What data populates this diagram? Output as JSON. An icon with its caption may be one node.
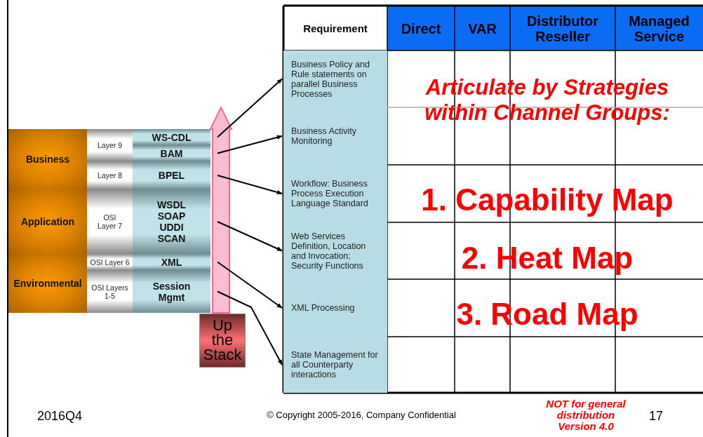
{
  "diagram": {
    "nodes": [
      {
        "text": [
          "Business"
        ]
      },
      {
        "text": [
          "Application"
        ]
      },
      {
        "text": [
          "Environmental"
        ]
      },
      {
        "text": [
          "Layer 9"
        ]
      },
      {
        "text": [
          "Layer 8"
        ]
      },
      {
        "text": [
          "OSI Layer 7"
        ]
      },
      {
        "text": [
          "OSI Layer 6"
        ]
      },
      {
        "text": [
          "OSI Layers 1-5"
        ]
      },
      {
        "text": [
          "WS-CDL"
        ]
      },
      {
        "text": [
          "BAM"
        ]
      },
      {
        "text": [
          "BPEL"
        ]
      },
      {
        "text": [
          "WSDL SOAP UDDI SCAN"
        ]
      },
      {
        "text": [
          "XML"
        ]
      },
      {
        "text": [
          "Session Mgmt"
        ]
      },
      {
        "text": [
          "Up the Stack"
        ]
      },
      {
        "text": [
          "Business Policy and Rule statements on parallel Business Processes"
        ]
      },
      {
        "text": [
          "Business Activity Monitoring"
        ]
      },
      {
        "text": [
          "Workflow: Business Process Execution Language Standard"
        ]
      },
      {
        "text": [
          "Web Services Definition, Location and Invocation; Security Functions"
        ]
      },
      {
        "text": [
          "XML Processing"
        ]
      },
      {
        "text": [
          "State Management for all Counterparty interactions"
        ]
      }
    ],
    "edges": [
      {
        "from": 8,
        "to": 15,
        "arrow": "to"
      },
      {
        "from": 9,
        "to": 16,
        "arrow": "to"
      },
      {
        "from": 10,
        "to": 17,
        "arrow": "to"
      },
      {
        "from": 11,
        "to": 18,
        "arrow": "to"
      },
      {
        "from": 12,
        "to": 19,
        "arrow": "to"
      },
      {
        "from": 13,
        "to": 20,
        "arrow": "to"
      }
    ],
    "labels": [
      "Requirement",
      "Direct",
      "VAR",
      "Distributor Reseller",
      "Managed Service",
      "Articulate by Strategies within Channel Groups:",
      "1. Capability Map",
      "2. Heat Map",
      "3. Road Map",
      "2016Q4",
      "© Copyright 2005-2016, Company Confidential",
      "NOT for general distribution Version 4.0",
      "17"
    ]
  }
}
